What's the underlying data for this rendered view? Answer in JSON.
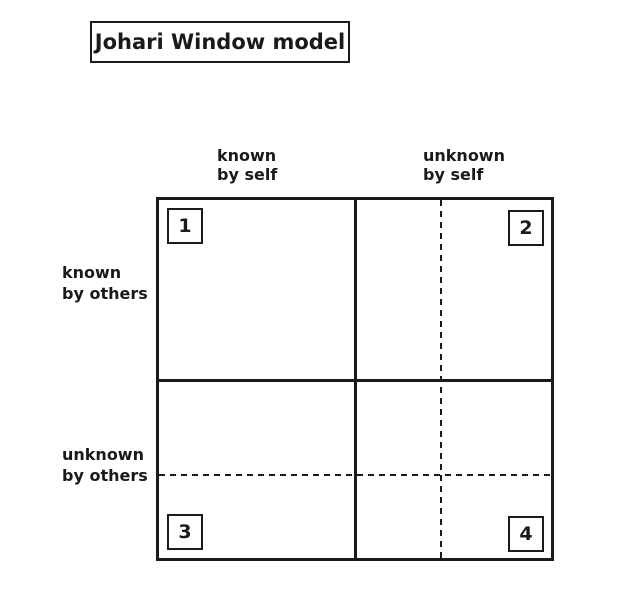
{
  "title": "Johari Window model",
  "columns": [
    "known\nby self",
    "unknown\nby self"
  ],
  "rows": [
    "known\nby others",
    "unknown\nby others"
  ],
  "quadrants": [
    {
      "number": "1"
    },
    {
      "number": "2"
    },
    {
      "number": "3"
    },
    {
      "number": "4"
    }
  ],
  "colors": {
    "line": "#1a1a1a",
    "background": "#ffffff"
  }
}
